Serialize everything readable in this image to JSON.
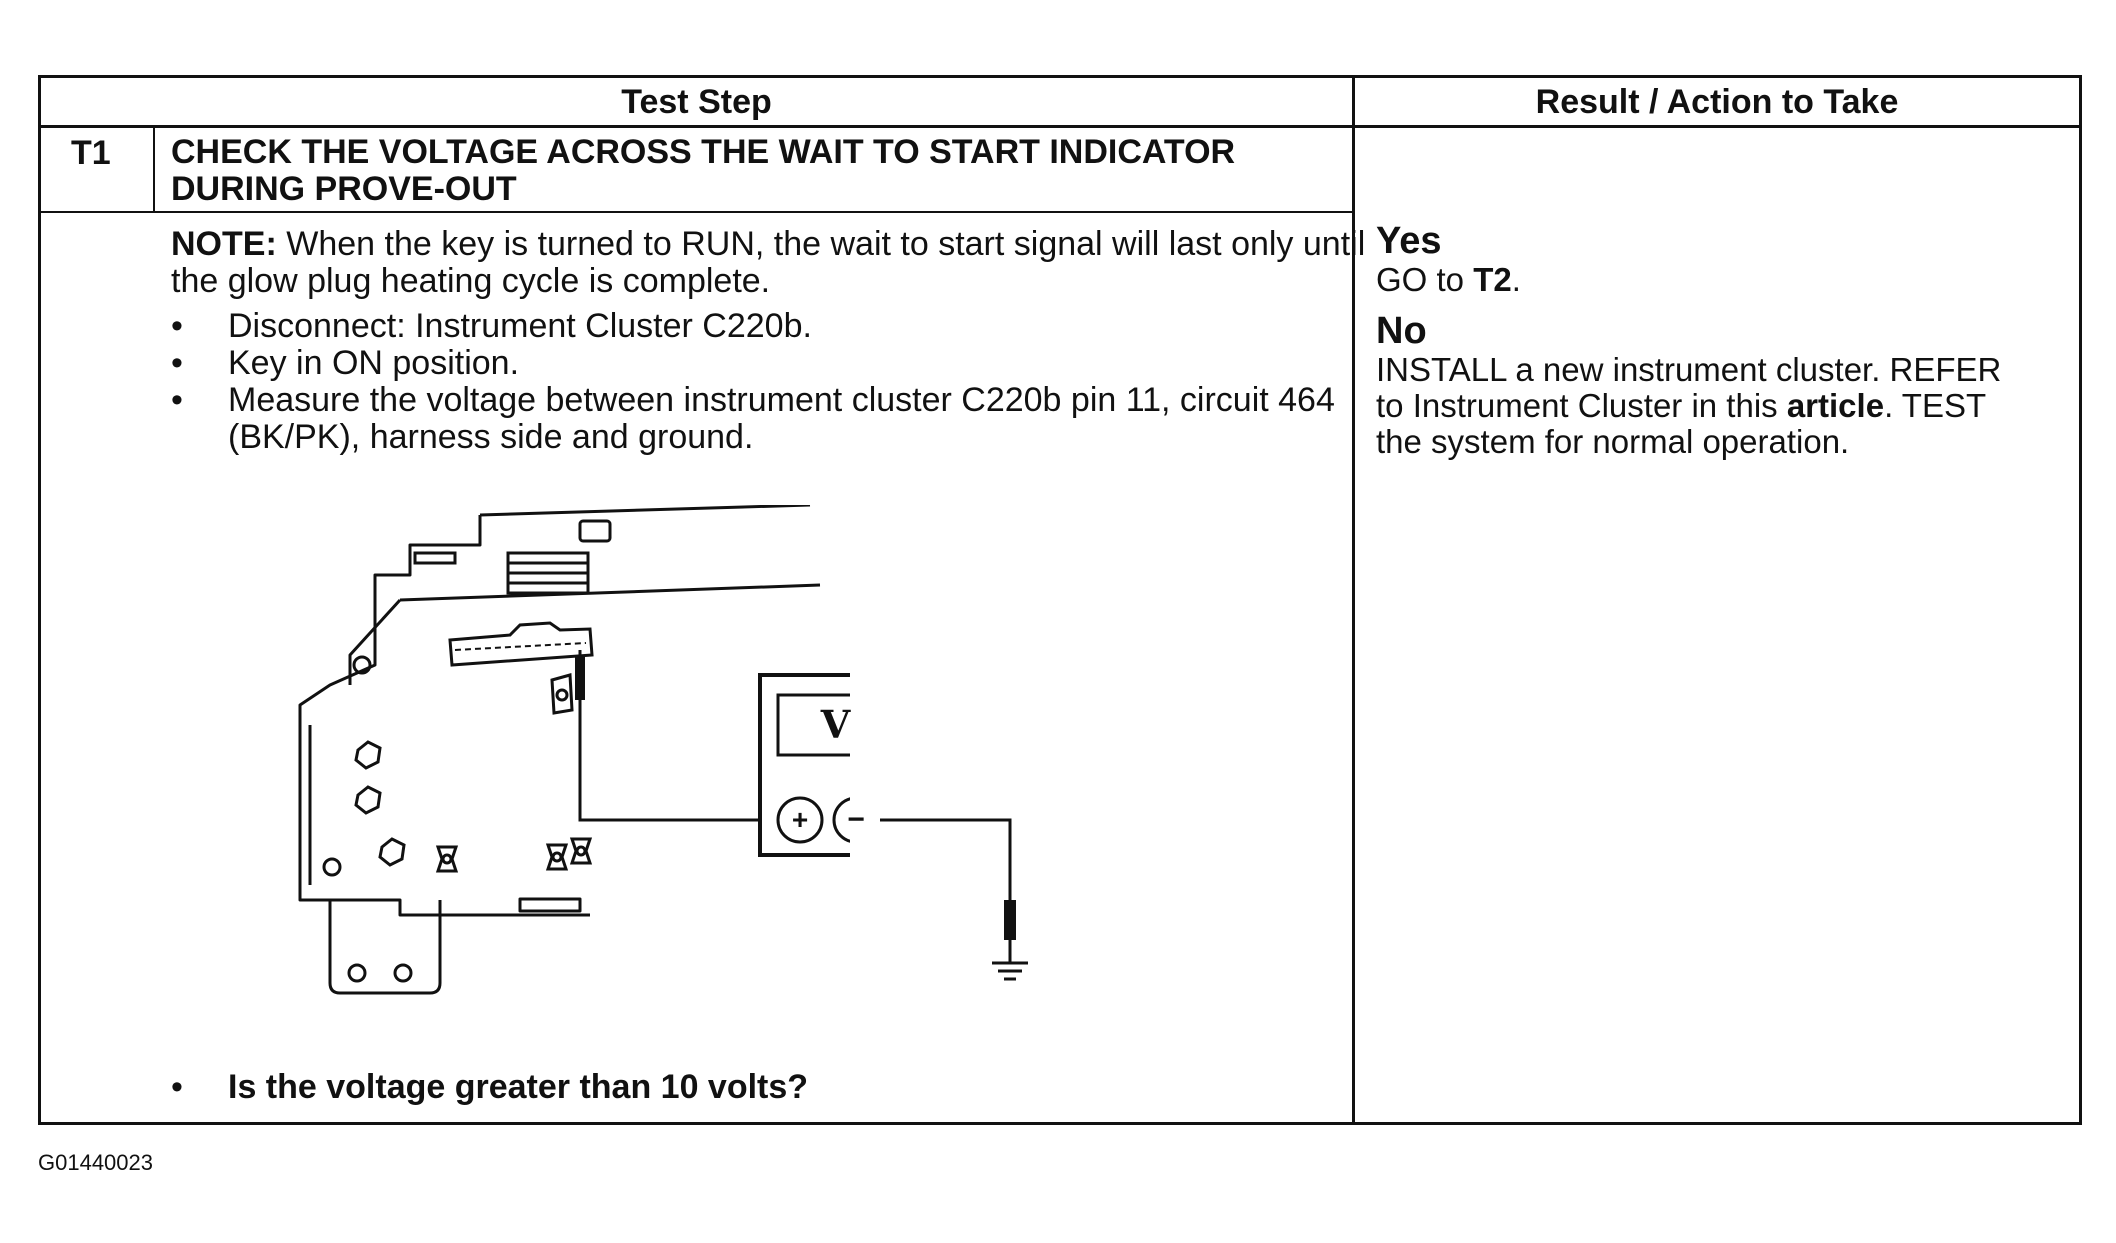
{
  "table": {
    "col_test_step": "Test Step",
    "col_result": "Result / Action to Take"
  },
  "step": {
    "id": "T1",
    "title": "CHECK THE VOLTAGE ACROSS THE WAIT TO START INDICATOR DURING PROVE-OUT",
    "note_label": "NOTE:",
    "note_text": "When the key is turned to RUN, the wait to start signal will last only until the glow plug heating cycle is complete.",
    "bullets": [
      "Disconnect: Instrument Cluster C220b.",
      "Key in ON position.",
      "Measure the voltage between instrument cluster C220b pin 11, circuit 464 (BK/PK), harness side and ground."
    ],
    "question": "Is the voltage greater than 10 volts?"
  },
  "result": {
    "yes_head": "Yes",
    "yes_text_prefix": "GO to ",
    "yes_text_target": "T2",
    "yes_text_suffix": ".",
    "no_head": "No",
    "no_text_1": "INSTALL a new instrument cluster. REFER to Instrument Cluster in this ",
    "no_text_bold": "article",
    "no_text_2": ". TEST the system for normal operation."
  },
  "meter": {
    "display": "V",
    "plus": "+",
    "minus": "−"
  },
  "figure_code": "G01440023"
}
